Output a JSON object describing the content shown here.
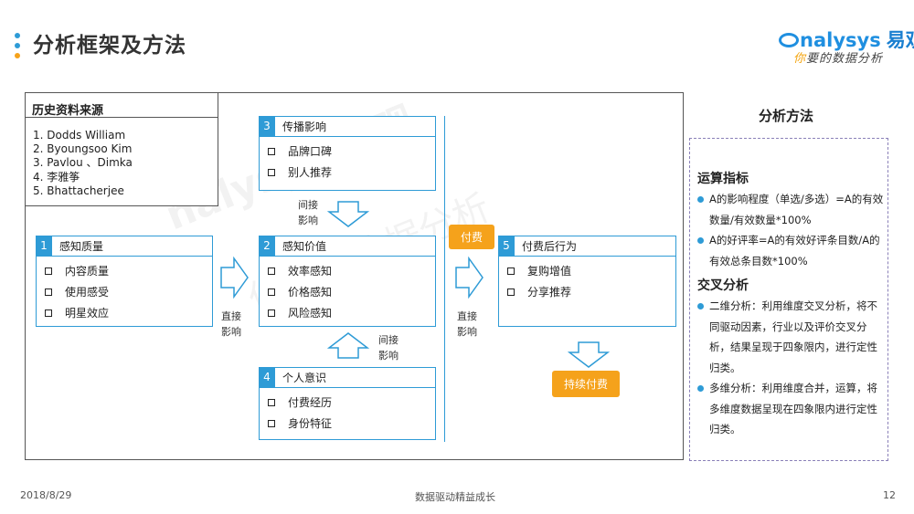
{
  "header": {
    "title": "分析框架及方法",
    "dot_colors": [
      "#2e9bd6",
      "#2e9bd6",
      "#f5a21b"
    ]
  },
  "logo": {
    "brand_en": "nalysys",
    "brand_cn": "易观",
    "tagline_first": "你",
    "tagline_rest": "要的数据分析"
  },
  "watermark": {
    "line1": "nalysys 易观",
    "line2": "你要的数据分析"
  },
  "sources": {
    "title": "历史资料来源",
    "items": [
      "1.  Dodds William",
      "2.  Byoungsoo Kim",
      "3.  Pavlou 、Dimka",
      "4.  李雅筝",
      "5.  Bhattacherjee"
    ]
  },
  "factors": {
    "f1": {
      "num": "1",
      "title": "感知质量",
      "items": [
        "内容质量",
        "使用感受",
        "明星效应"
      ]
    },
    "f2": {
      "num": "2",
      "title": "感知价值",
      "items": [
        "效率感知",
        "价格感知",
        "风险感知"
      ]
    },
    "f3": {
      "num": "3",
      "title": "传播影响",
      "items": [
        "品牌口碑",
        "别人推荐"
      ]
    },
    "f4": {
      "num": "4",
      "title": "个人意识",
      "items": [
        "付费经历",
        "身份特征"
      ]
    },
    "f5": {
      "num": "5",
      "title": "付费后行为",
      "items": [
        "复购增值",
        "分享推荐"
      ]
    }
  },
  "labels": {
    "indirect_1": [
      "间接",
      "影响"
    ],
    "indirect_2": [
      "间接",
      "影响"
    ],
    "direct_1": [
      "直接",
      "影响"
    ],
    "direct_2": [
      "直接",
      "影响"
    ],
    "pay": "付费",
    "continue_pay": "持续付费"
  },
  "method": {
    "title": "分析方法",
    "section1": "运算指标",
    "bullets1": [
      "A的影响程度（单选/多选）=A的有效数量/有效数量*100%",
      "A的好评率=A的有效好评条目数/A的有效总条目数*100%"
    ],
    "section2": "交叉分析",
    "bullets2": [
      "二维分析：利用维度交叉分析，将不同驱动因素，行业以及评价交叉分析，结果呈现于四象限内，进行定性归类。",
      "多维分析：利用维度合并，运算，将多维度数据呈现在四象限内进行定性归类。"
    ]
  },
  "footer": {
    "date": "2018/8/29",
    "slogan": "数据驱动精益成长",
    "page": "12"
  },
  "colors": {
    "accent_blue": "#2e9bd6",
    "accent_orange": "#f5a21b"
  }
}
